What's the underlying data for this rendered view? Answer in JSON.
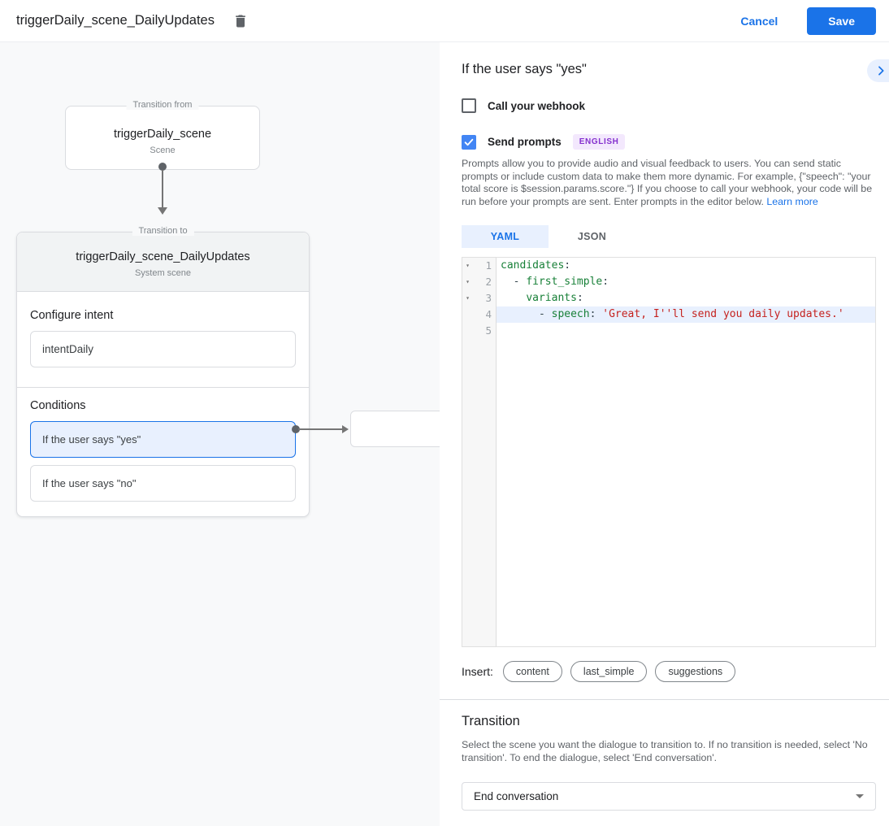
{
  "colors": {
    "accent": "#1a73e8",
    "selected_bg": "#e8f0fe",
    "checkbox_blue": "#4285f4",
    "badge_bg": "#f3e8fd",
    "badge_text": "#8430ce",
    "code_key": "#188038",
    "code_str": "#c5221f"
  },
  "header": {
    "title": "triggerDaily_scene_DailyUpdates",
    "cancel_label": "Cancel",
    "save_label": "Save"
  },
  "diagram": {
    "from_box": {
      "legend": "Transition from",
      "title": "triggerDaily_scene",
      "subtitle": "Scene"
    },
    "to_box": {
      "legend": "Transition to",
      "title": "triggerDaily_scene_DailyUpdates",
      "subtitle": "System scene",
      "configure_intent_label": "Configure intent",
      "intent_value": "intentDaily",
      "conditions_label": "Conditions",
      "conditions": [
        {
          "label": "If the user says \"yes\"",
          "selected": true
        },
        {
          "label": "If the user says \"no\"",
          "selected": false
        }
      ]
    }
  },
  "panel": {
    "title": "If the user says \"yes\"",
    "webhook_label": "Call your webhook",
    "send_prompts_label": "Send prompts",
    "language_badge": "ENGLISH",
    "description": "Prompts allow you to provide audio and visual feedback to users. You can send static prompts or include custom data to make them more dynamic. For example, {\"speech\": \"your total score is $session.params.score.\"} If you choose to call your webhook, your code will be run before your prompts are sent. Enter prompts in the editor below.",
    "learn_more": "Learn more",
    "tabs": [
      {
        "label": "YAML",
        "active": true
      },
      {
        "label": "JSON",
        "active": false
      }
    ],
    "editor": {
      "lines": [
        {
          "number": 1,
          "fold": true,
          "highlight": false,
          "tokens": [
            {
              "c": "key",
              "v": "candidates"
            },
            {
              "c": "plain",
              "v": ":"
            }
          ]
        },
        {
          "number": 2,
          "fold": true,
          "highlight": false,
          "tokens": [
            {
              "c": "plain",
              "v": "  - "
            },
            {
              "c": "key",
              "v": "first_simple"
            },
            {
              "c": "plain",
              "v": ":"
            }
          ]
        },
        {
          "number": 3,
          "fold": true,
          "highlight": false,
          "tokens": [
            {
              "c": "plain",
              "v": "    "
            },
            {
              "c": "key",
              "v": "variants"
            },
            {
              "c": "plain",
              "v": ":"
            }
          ]
        },
        {
          "number": 4,
          "fold": false,
          "highlight": true,
          "tokens": [
            {
              "c": "plain",
              "v": "      - "
            },
            {
              "c": "key",
              "v": "speech"
            },
            {
              "c": "plain",
              "v": ": "
            },
            {
              "c": "str",
              "v": "'Great, I''ll send you daily updates.'"
            }
          ]
        },
        {
          "number": 5,
          "fold": false,
          "highlight": false,
          "tokens": []
        }
      ]
    },
    "insert_label": "Insert:",
    "chips": [
      "content",
      "last_simple",
      "suggestions"
    ],
    "transition": {
      "title": "Transition",
      "description": "Select the scene you want the dialogue to transition to. If no transition is needed, select 'No transition'. To end the dialogue, select 'End conversation'.",
      "selected_value": "End conversation"
    }
  }
}
